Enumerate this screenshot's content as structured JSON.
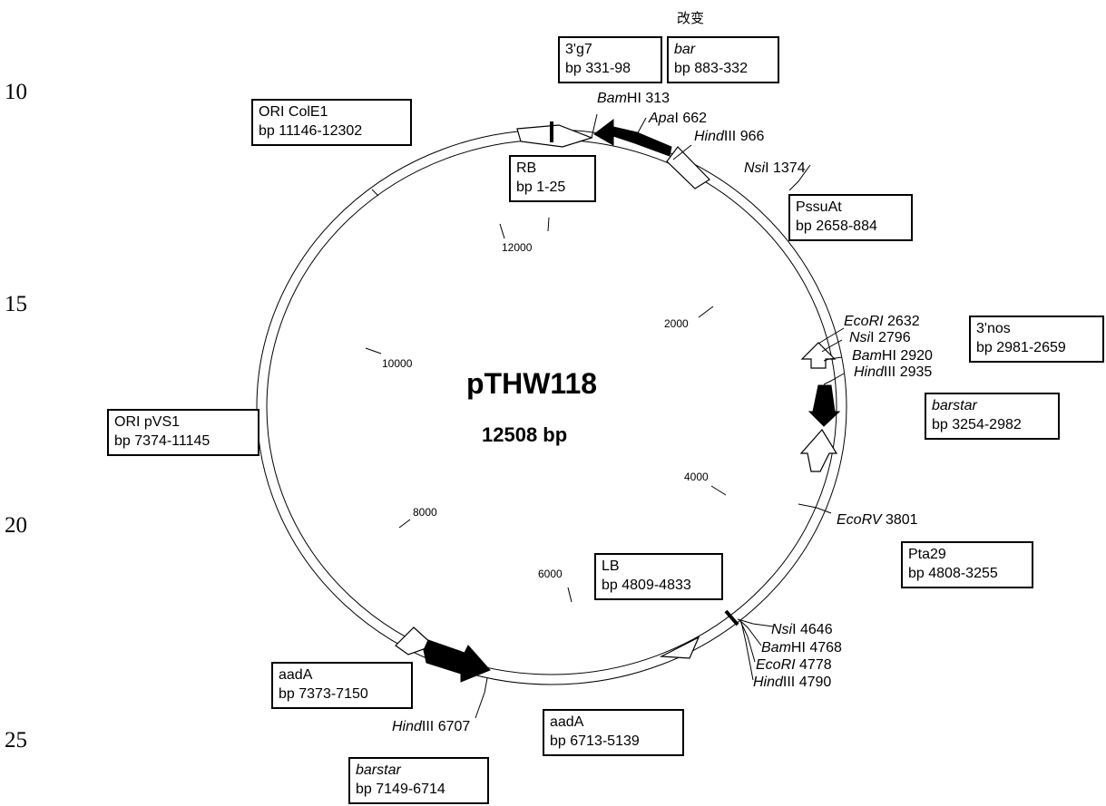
{
  "line_numbers": [
    "10",
    "15",
    "20",
    "25"
  ],
  "note": "改变",
  "plasmid": {
    "name": "pTHW118",
    "size": "12508 bp"
  },
  "scale_ticks": [
    "12000",
    "2000",
    "10000",
    "4000",
    "8000",
    "6000"
  ],
  "features": [
    {
      "id": "g7",
      "name": "3'g7",
      "name_italic": false,
      "range": "bp 331-98"
    },
    {
      "id": "bar",
      "name": "bar",
      "name_italic": true,
      "range": "bp 883-332"
    },
    {
      "id": "colE1",
      "name": "ORI ColE1",
      "name_italic": false,
      "range": "bp 11146-12302"
    },
    {
      "id": "rb",
      "name": "RB",
      "name_italic": false,
      "range": "bp 1-25"
    },
    {
      "id": "pssuat",
      "name": "PssuAt",
      "name_italic": false,
      "range": "bp 2658-884"
    },
    {
      "id": "nos",
      "name": "3'nos",
      "name_italic": false,
      "range": "bp 2981-2659"
    },
    {
      "id": "barstar1",
      "name": "barstar",
      "name_italic": true,
      "range": "bp 3254-2982"
    },
    {
      "id": "pvs1",
      "name": "ORI pVS1",
      "name_italic": false,
      "range": "bp 7374-11145"
    },
    {
      "id": "pta29",
      "name": "Pta29",
      "name_italic": false,
      "range": "bp 4808-3255"
    },
    {
      "id": "lb",
      "name": "LB",
      "name_italic": false,
      "range": "bp 4809-4833"
    },
    {
      "id": "aadA1",
      "name": "aadA",
      "name_italic": false,
      "range": "bp 7373-7150"
    },
    {
      "id": "aadA2",
      "name": "aadA",
      "name_italic": false,
      "range": "bp 6713-5139"
    },
    {
      "id": "barstar2",
      "name": "barstar",
      "name_italic": true,
      "range": "bp 7149-6714"
    }
  ],
  "sites": [
    {
      "enzyme": "Bam",
      "suffix": "HI 313"
    },
    {
      "enzyme": "Apa",
      "suffix": "I 662"
    },
    {
      "enzyme": "Hind",
      "suffix": "III 966"
    },
    {
      "enzyme": "Nsi",
      "suffix": "I 1374"
    },
    {
      "enzyme": "EcoRI",
      "suffix": " 2632"
    },
    {
      "enzyme": "Nsi",
      "suffix": "I 2796"
    },
    {
      "enzyme": "Bam",
      "suffix": "HI 2920"
    },
    {
      "enzyme": "Hind",
      "suffix": "III 2935"
    },
    {
      "enzyme": "EcoRV",
      "suffix": " 3801"
    },
    {
      "enzyme": "Nsi",
      "suffix": "I 4646"
    },
    {
      "enzyme": "Bam",
      "suffix": "HI 4768"
    },
    {
      "enzyme": "EcoRI",
      "suffix": " 4778"
    },
    {
      "enzyme": "Hind",
      "suffix": "III 4790"
    },
    {
      "enzyme": "Hind",
      "suffix": "III 6707"
    }
  ],
  "colors": {
    "line": "#000000",
    "background": "#ffffff",
    "filled_arrow": "#000000",
    "open_arrow": "#ffffff"
  }
}
